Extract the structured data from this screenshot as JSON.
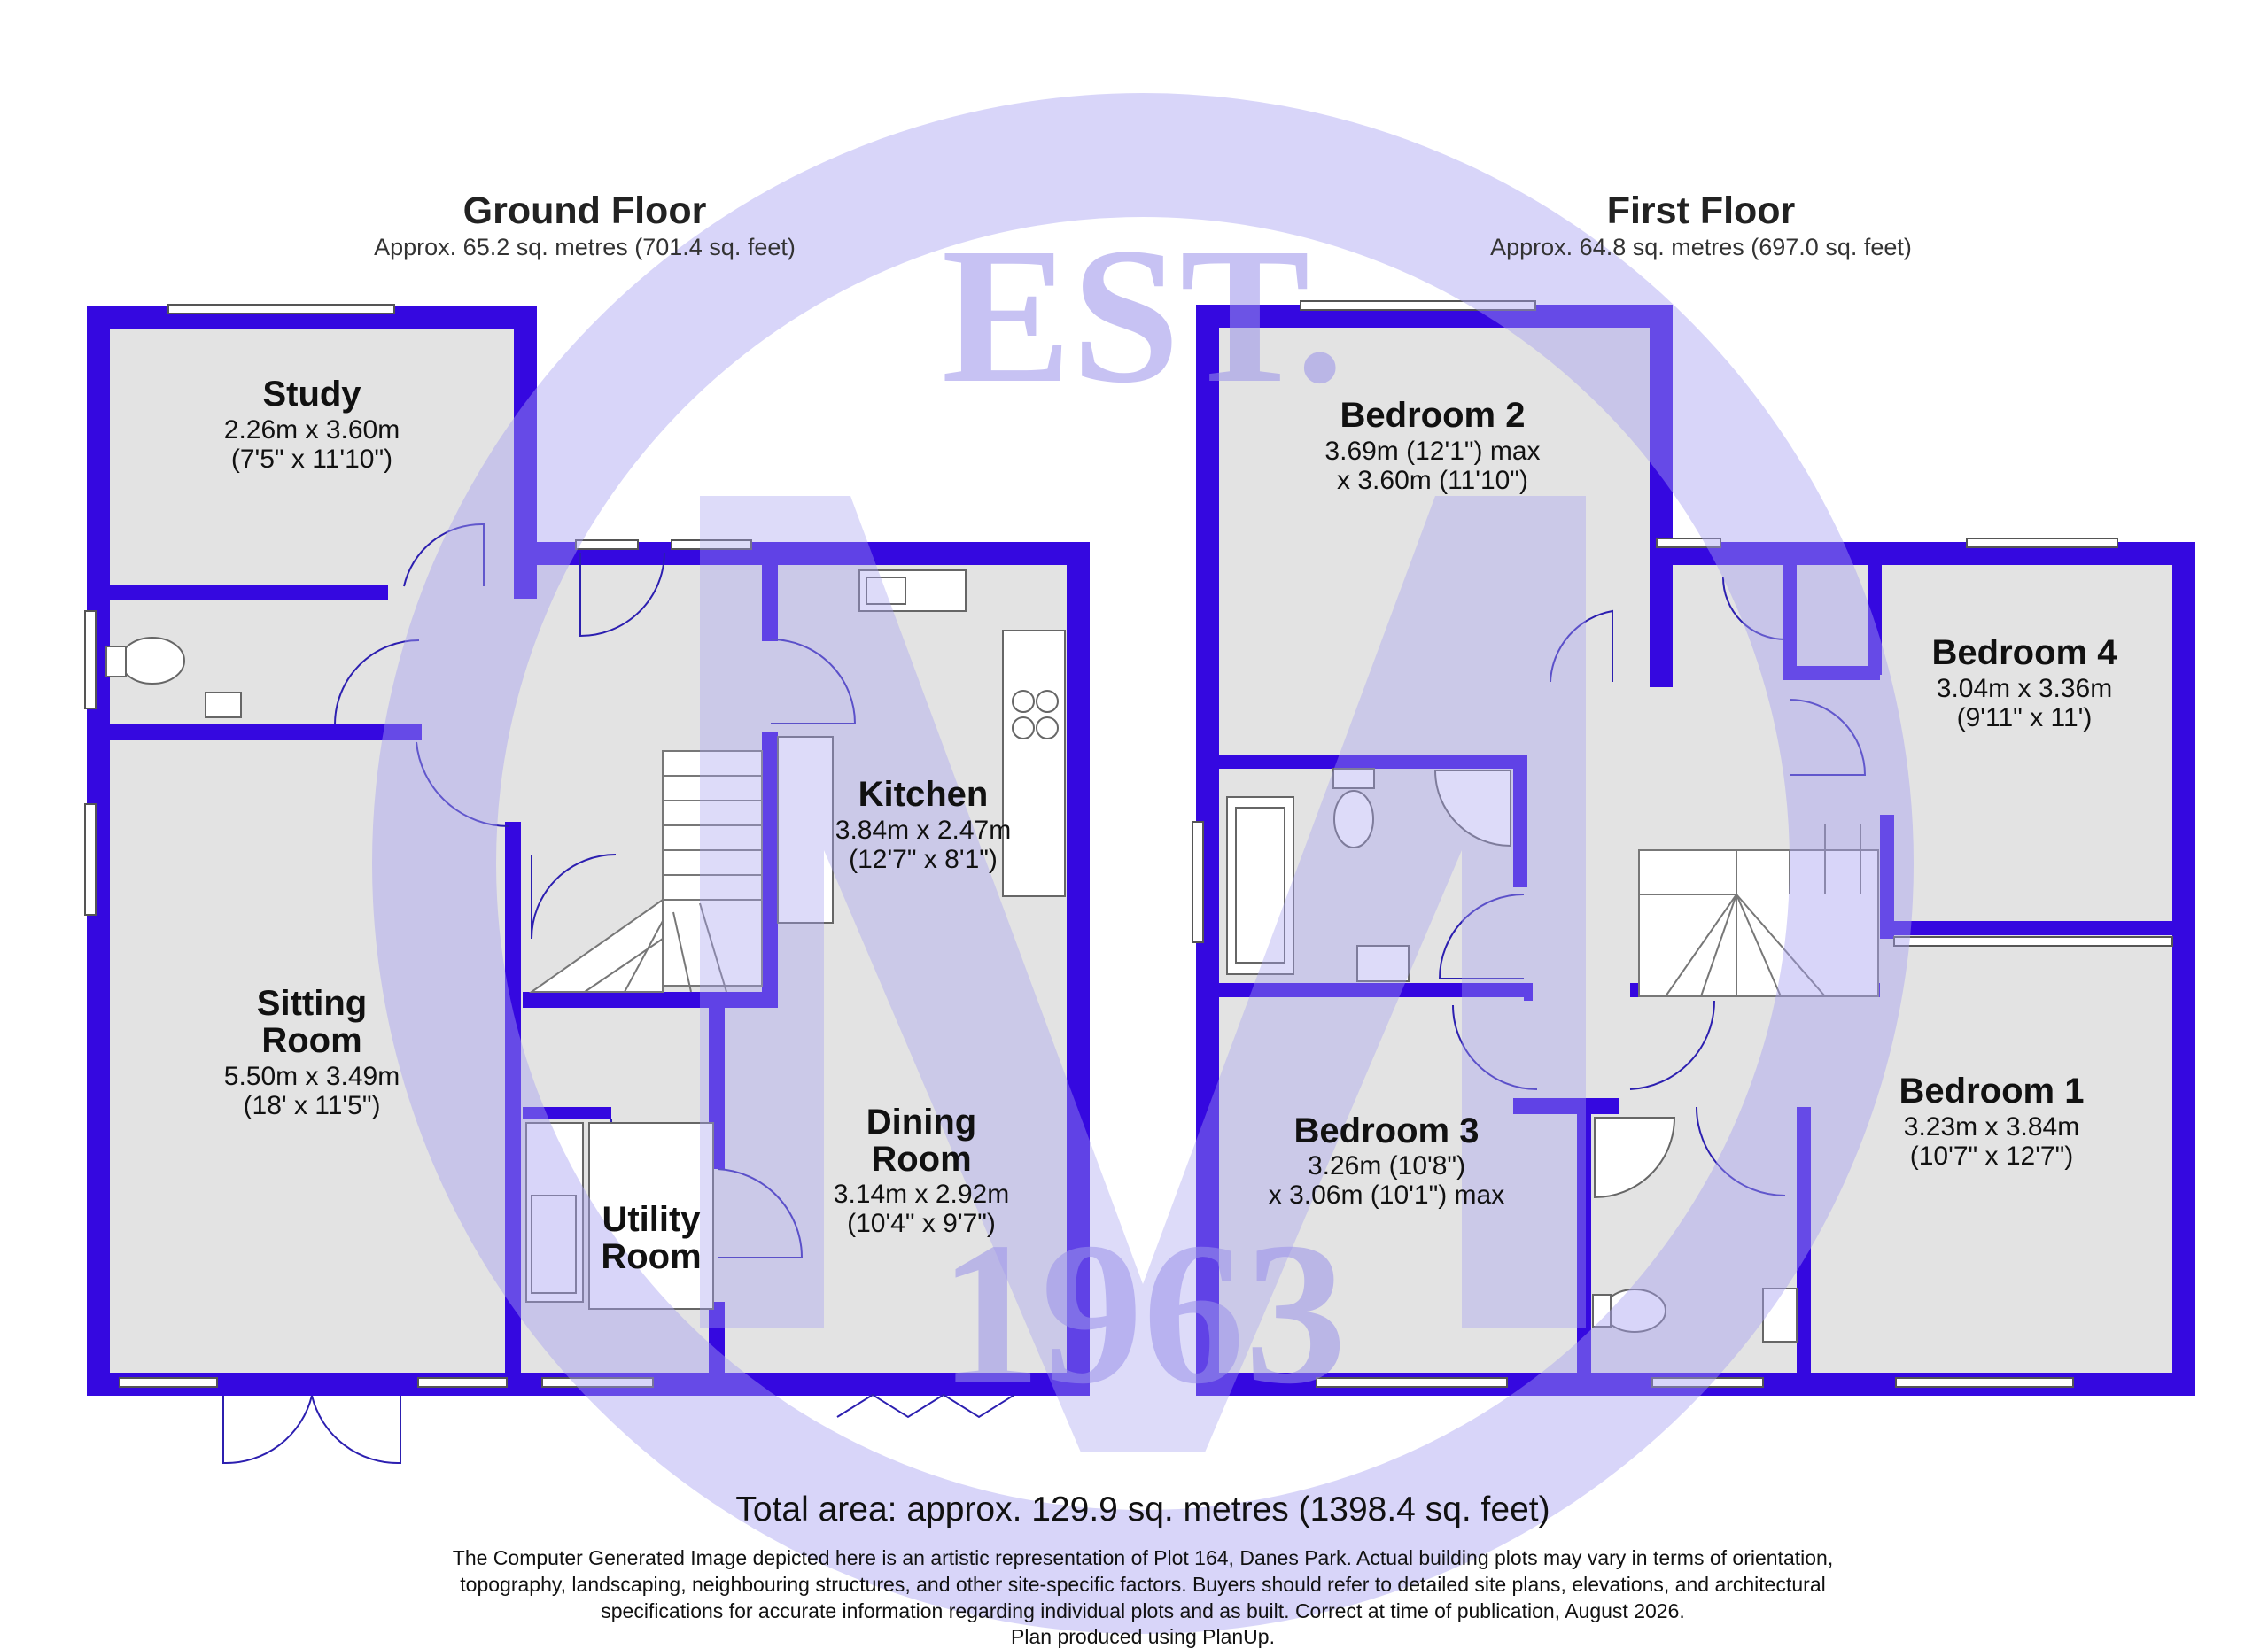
{
  "ground_floor": {
    "title": "Ground Floor",
    "area": "Approx. 65.2 sq. metres (701.4 sq. feet)",
    "rooms": {
      "study": {
        "name": "Study",
        "dim1": "2.26m x 3.60m",
        "dim2": "(7'5\" x 11'10\")"
      },
      "kitchen": {
        "name": "Kitchen",
        "dim1": "3.84m x 2.47m",
        "dim2": "(12'7\" x 8'1\")"
      },
      "sitting": {
        "name1": "Sitting",
        "name2": "Room",
        "dim1": "5.50m x 3.49m",
        "dim2": "(18' x 11'5\")"
      },
      "dining": {
        "name1": "Dining",
        "name2": "Room",
        "dim1": "3.14m x 2.92m",
        "dim2": "(10'4\" x 9'7\")"
      },
      "utility": {
        "name1": "Utility",
        "name2": "Room"
      }
    }
  },
  "first_floor": {
    "title": "First Floor",
    "area": "Approx. 64.8 sq. metres (697.0 sq. feet)",
    "rooms": {
      "bedroom2": {
        "name": "Bedroom 2",
        "dim1": "3.69m (12'1\") max",
        "dim2": "x 3.60m (11'10\")"
      },
      "bedroom4": {
        "name": "Bedroom 4",
        "dim1": "3.04m x 3.36m",
        "dim2": "(9'11\" x 11')"
      },
      "bedroom3": {
        "name": "Bedroom 3",
        "dim1": "3.26m (10'8\")",
        "dim2": "x 3.06m (10'1\") max"
      },
      "bedroom1": {
        "name": "Bedroom 1",
        "dim1": "3.23m x 3.84m",
        "dim2": "(10'7\" x 12'7\")"
      }
    }
  },
  "total_area": "Total area: approx. 129.9 sq. metres (1398.4 sq. feet)",
  "disclaimer": [
    "The Computer Generated Image depicted here is an artistic representation of Plot 164, Danes Park. Actual building plots may vary in terms of orientation,",
    "topography, landscaping, neighbouring structures, and other site-specific factors. Buyers should refer to detailed site plans, elevations, and architectural",
    "specifications for accurate information regarding individual plots and as built. Correct at time of publication, August 2026.",
    "Plan produced using PlanUp."
  ],
  "watermark": {
    "top": "EST.",
    "bottom": "1963"
  },
  "colors": {
    "wall": "#3508e0",
    "floor": "#e3e3e3",
    "watermark": "#9a92ea"
  }
}
